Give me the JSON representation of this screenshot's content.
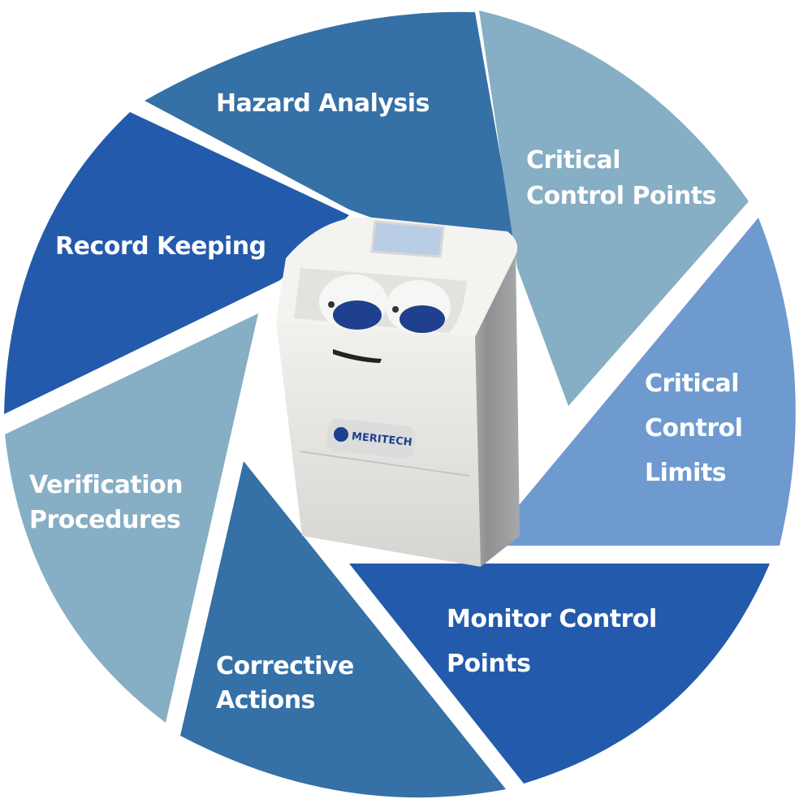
{
  "diagram": {
    "type": "haccp-wheel",
    "segments": [
      {
        "id": "hazard-analysis",
        "lines": [
          "Hazard Analysis"
        ],
        "color": "#3570a6"
      },
      {
        "id": "critical-control-points",
        "lines": [
          "Critical",
          "Control Points"
        ],
        "color": "#86aec4"
      },
      {
        "id": "critical-control-limits",
        "lines": [
          "Critical",
          "Control",
          "Limits"
        ],
        "color": "#6f9ad0"
      },
      {
        "id": "monitor-control-points",
        "lines": [
          "Monitor Control",
          "Points"
        ],
        "color": "#235aab"
      },
      {
        "id": "corrective-actions",
        "lines": [
          "Corrective",
          "Actions"
        ],
        "color": "#3570a6"
      },
      {
        "id": "verification-procedures",
        "lines": [
          "Verification",
          "Procedures"
        ],
        "color": "#86aec4"
      },
      {
        "id": "record-keeping",
        "lines": [
          "Record Keeping"
        ],
        "color": "#235aab"
      }
    ]
  },
  "product": {
    "brand": "MERITECH",
    "body_color": "#e9e8e4",
    "side_color": "#9c9d9f",
    "screen_color": "#b9cde6",
    "bowl_color": "#1f3f8f"
  }
}
